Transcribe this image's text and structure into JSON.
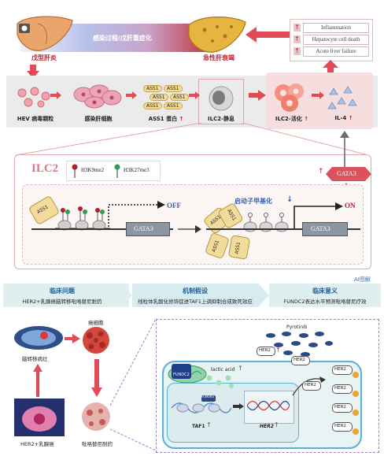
{
  "top": {
    "stage_acute": "戊型肝炎",
    "stage_failure": "急性肝衰竭",
    "progress_banner": "感染过程/戊肝重症化",
    "outcomes": [
      "Inflammation",
      "Hepatocyte cell death",
      "Acute liver failure"
    ],
    "pathway": [
      {
        "label": "HEV 病毒颗粒"
      },
      {
        "label": "感染肝细胞"
      },
      {
        "label": "ASS1 蛋白",
        "arrow": "up"
      },
      {
        "label": "ILC2-静息"
      },
      {
        "label": "ILC2-活化",
        "arrow": "up"
      },
      {
        "label": "IL-4",
        "arrow": "up"
      }
    ],
    "ass1_tag": "ASS1",
    "il4_boost_color": "#c41f2e"
  },
  "ilc2": {
    "title": "ILC2",
    "legend": [
      {
        "label": "H3K9me2",
        "color": "#b3202b"
      },
      {
        "label": "H3K27me3",
        "color": "#2e9e57"
      }
    ],
    "ass1_label": "ASS1",
    "gene": "GATA3",
    "off_label": "OFF",
    "on_label": "ON",
    "demethyl_label": "启动子甲基化",
    "gata3_out": "GATA3"
  },
  "summary": {
    "badge": "AI图解",
    "columns": [
      {
        "heading": "临床问题",
        "text": "HER2+乳腺癌脑转移吡咯替尼耐药"
      },
      {
        "heading": "机制假设",
        "text": "线粒体乳酸化修饰促进TAF1上调抑制合成致死效应"
      },
      {
        "heading": "临床意义",
        "text": "FUNDC2表达水平预测吡咯替尼疗效"
      }
    ]
  },
  "bottom": {
    "left_labels": {
      "brain": "脑转移病灶",
      "cancer_cell": "癌细胞",
      "breast": "HER2+乳腺癌",
      "resistance": "吡咯替尼耐药"
    },
    "mech": {
      "drug": "Pyrotinib",
      "her2": "HER2",
      "fundc2": "FUNDC2",
      "lactic": "lactic acid",
      "taf1": "TAF1",
      "h3k9la": "H3K9la",
      "her2_gene": "HER2",
      "membrane_her2": [
        "HER2",
        "HER2",
        "HER2",
        "HER2"
      ]
    }
  }
}
